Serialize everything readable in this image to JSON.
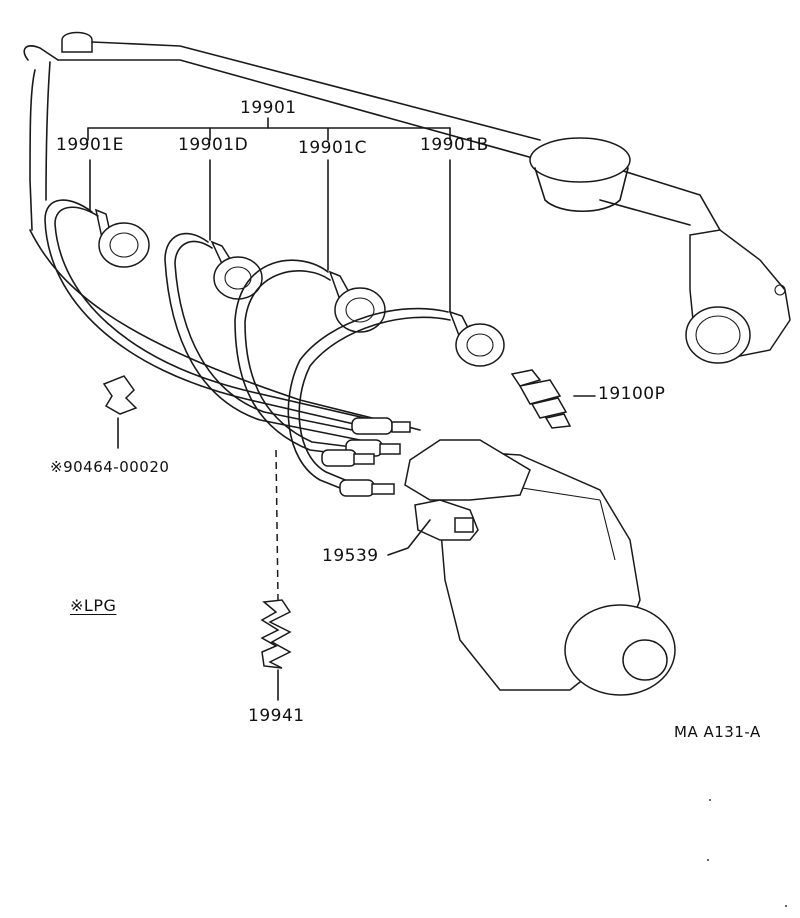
{
  "labels": {
    "group": "19901",
    "cord_e": "19901E",
    "cord_d": "19901D",
    "cord_c": "19901C",
    "cord_b": "19901B",
    "plug": "19100P",
    "clamp": "※90464-00020",
    "cap": "19539",
    "lpg_note": "※LPG",
    "clip": "19941",
    "ref_code": "MA  A131-A"
  }
}
